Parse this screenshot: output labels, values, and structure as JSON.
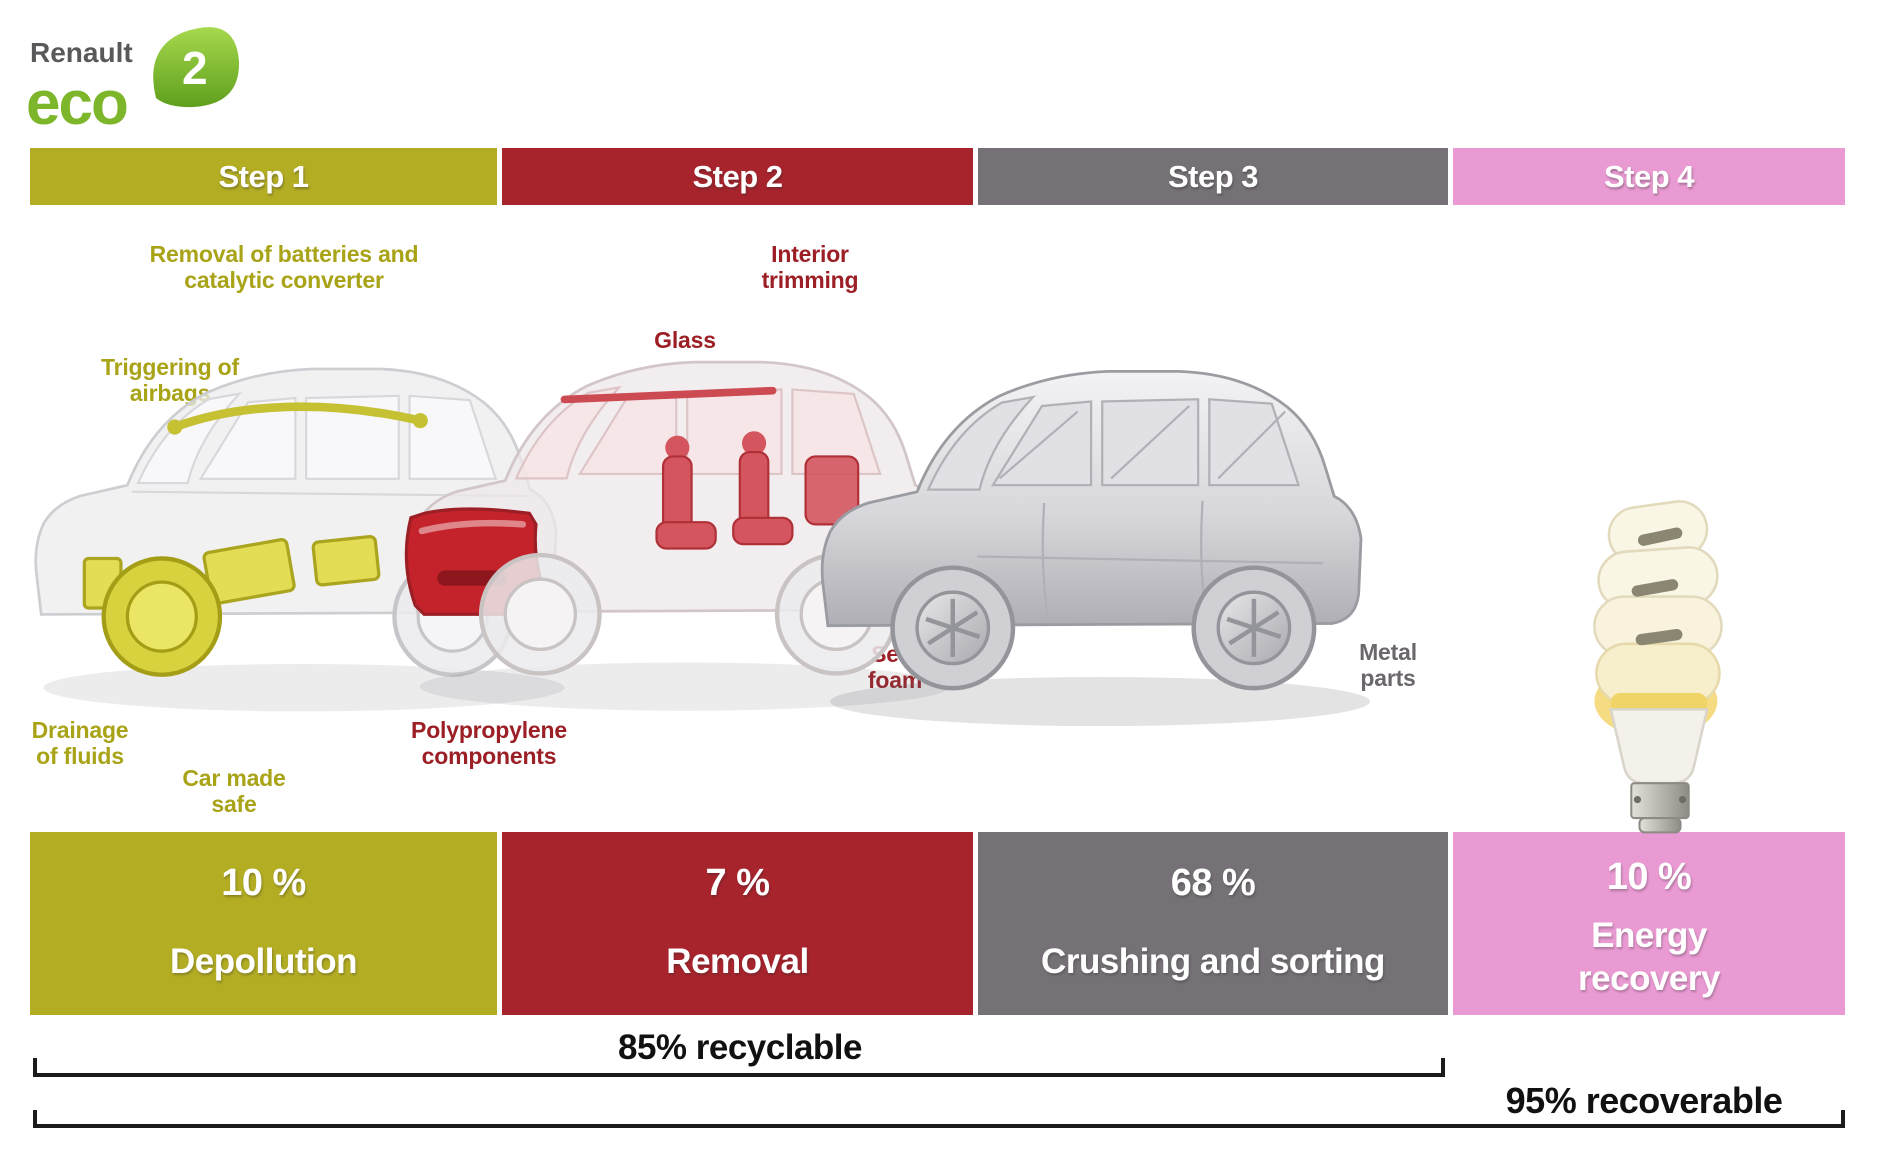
{
  "logo": {
    "brand": "Renault",
    "eco_text": "eco",
    "eco_sup": "2",
    "brand_color": "#59595b",
    "green": "#7db62a"
  },
  "steps": [
    {
      "label": "Step 1",
      "color": "#b3ad24",
      "percent": "10 %",
      "process": "Depollution"
    },
    {
      "label": "Step 2",
      "color": "#a8242d",
      "percent": "7 %",
      "process": "Removal"
    },
    {
      "label": "Step 3",
      "color": "#757176",
      "percent": "68 %",
      "process": "Crushing and sorting"
    },
    {
      "label": "Step 4",
      "color": "#e99ad2",
      "percent": "10 %",
      "process": "Energy\nrecovery"
    }
  ],
  "annotations": [
    {
      "id": "removal-batteries",
      "text": "Removal of batteries and\ncatalytic converter",
      "color": "#a9a318"
    },
    {
      "id": "triggering-airbags",
      "text": "Triggering of\nairbags",
      "color": "#a9a318"
    },
    {
      "id": "drainage-fluids",
      "text": "Drainage\nof fluids",
      "color": "#a9a318"
    },
    {
      "id": "car-made-safe",
      "text": "Car made\nsafe",
      "color": "#a9a318"
    },
    {
      "id": "glass",
      "text": "Glass",
      "color": "#9c1f26"
    },
    {
      "id": "interior-trimming",
      "text": "Interior\ntrimming",
      "color": "#9c1f26"
    },
    {
      "id": "polypropylene",
      "text": "Polypropylene\ncomponents",
      "color": "#9c1f26"
    },
    {
      "id": "seat-foam",
      "text": "Seat\nfoam",
      "color": "#9c1f26"
    },
    {
      "id": "metal-parts",
      "text": "Metal\nparts",
      "color": "#6b676c"
    }
  ],
  "summary": {
    "recyclable": "85% recyclable",
    "recoverable": "95% recoverable"
  }
}
